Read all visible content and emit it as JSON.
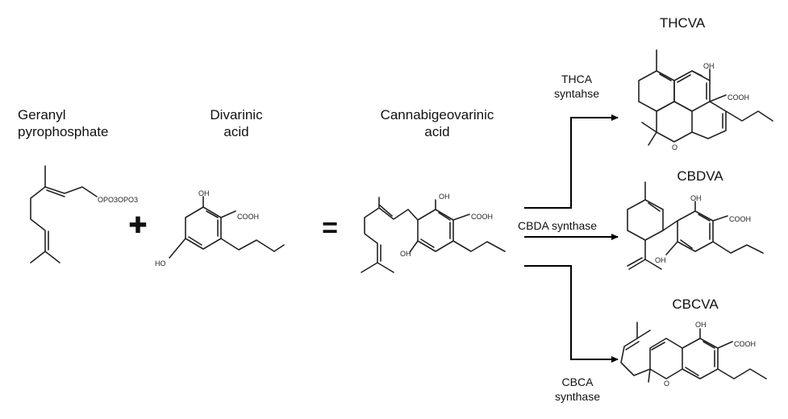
{
  "reactants": {
    "geranyl_label": "Geranyl\npyrophosphate",
    "divarinic_label": "Divarinic\nacid",
    "plus_symbol": "✚",
    "equals_symbol": "="
  },
  "intermediate": {
    "label": "Cannabigeovarinic\nacid"
  },
  "products": {
    "thcva": {
      "name": "THCVA",
      "enzyme": "THCA\nsyntahse"
    },
    "cbdva": {
      "name": "CBDVA",
      "enzyme": "CBDA synthase"
    },
    "cbcva": {
      "name": "CBCVA",
      "enzyme": "CBCA\nsynthase"
    }
  },
  "atom_labels": {
    "opo3": "OPO3OPO3",
    "oh": "OH",
    "ho": "HO",
    "cooh": "COOH",
    "o": "O"
  }
}
